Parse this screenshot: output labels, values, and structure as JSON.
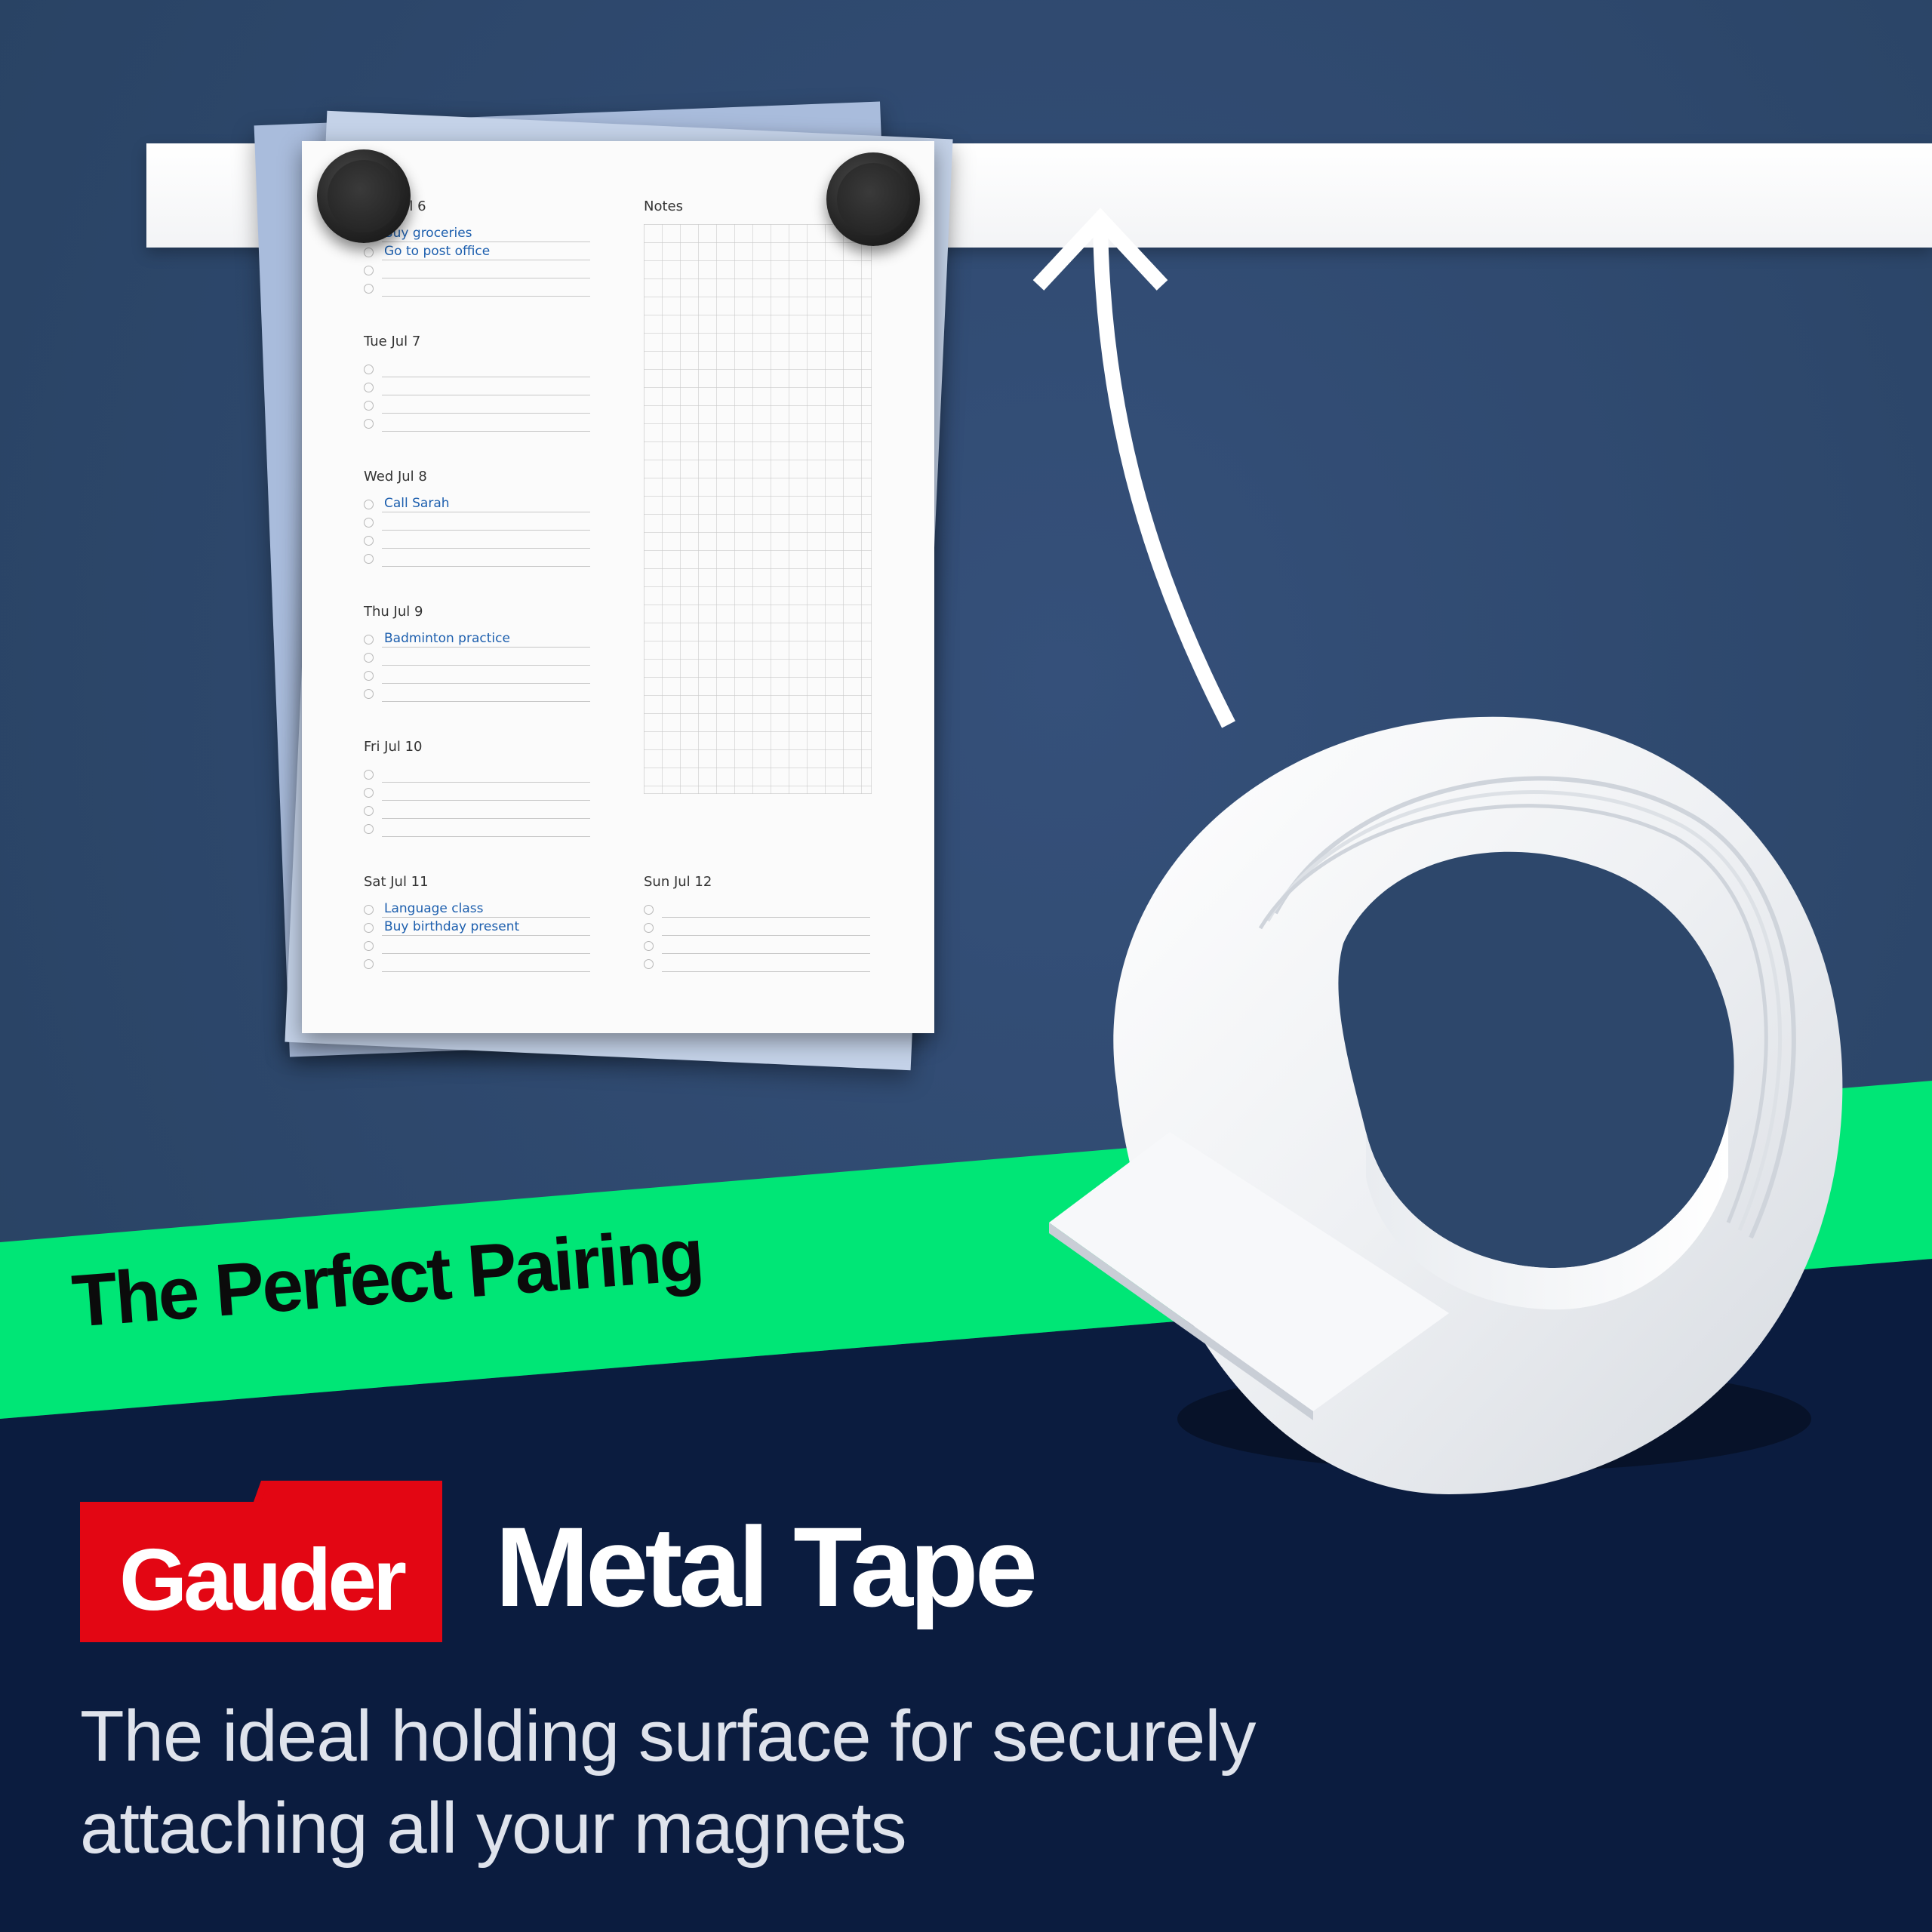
{
  "colors": {
    "wall": "#2f4a6e",
    "accent_green": "#00e676",
    "navy": "#0b1c3f",
    "brand_red": "#e30613",
    "task_ink": "#1d5fae"
  },
  "planner": {
    "notes_label": "Notes",
    "days": [
      {
        "label": "Mon Jul 6",
        "tasks": [
          "Buy groceries",
          "Go to post office",
          "",
          ""
        ]
      },
      {
        "label": "Tue Jul 7",
        "tasks": [
          "",
          "",
          "",
          ""
        ]
      },
      {
        "label": "Wed Jul 8",
        "tasks": [
          "Call Sarah",
          "",
          "",
          ""
        ]
      },
      {
        "label": "Thu Jul 9",
        "tasks": [
          "Badminton practice",
          "",
          "",
          ""
        ]
      },
      {
        "label": "Fri Jul 10",
        "tasks": [
          "",
          "",
          "",
          ""
        ]
      },
      {
        "label": "Sat Jul 11",
        "tasks": [
          "Language class",
          "Buy birthday present",
          "",
          ""
        ]
      },
      {
        "label": "Sun Jul 12",
        "tasks": [
          "",
          "",
          "",
          ""
        ]
      }
    ]
  },
  "headline": "The Perfect Pairing",
  "brand": {
    "logo_text": "Gauder",
    "product_title": "Metal Tape"
  },
  "tagline_lines": [
    "The ideal holding surface for securely",
    "attaching all your magnets"
  ]
}
